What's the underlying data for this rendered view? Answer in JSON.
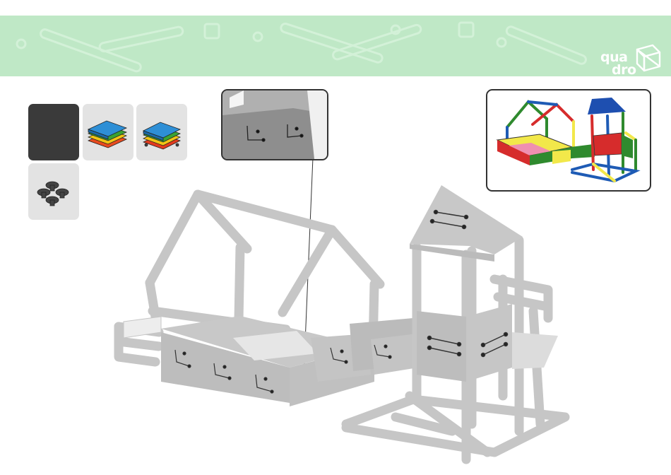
{
  "brand": {
    "logo_line1": "qua",
    "logo_line2": "dro",
    "banner_color": "#bfe8c6"
  },
  "parts_tiles": [
    {
      "name": "dark-panel"
    },
    {
      "name": "colored-panels-stack"
    },
    {
      "name": "colored-panels-stack-alt"
    },
    {
      "name": "screw-caps"
    }
  ],
  "colors": {
    "frame": "#c8c8c8",
    "panel": "#bdbdbd",
    "callout_bg": "#8e8e8e",
    "red": "#d62c2c",
    "blue": "#1e5bb5",
    "green": "#2f8a2e",
    "yellow": "#f2e84a"
  }
}
